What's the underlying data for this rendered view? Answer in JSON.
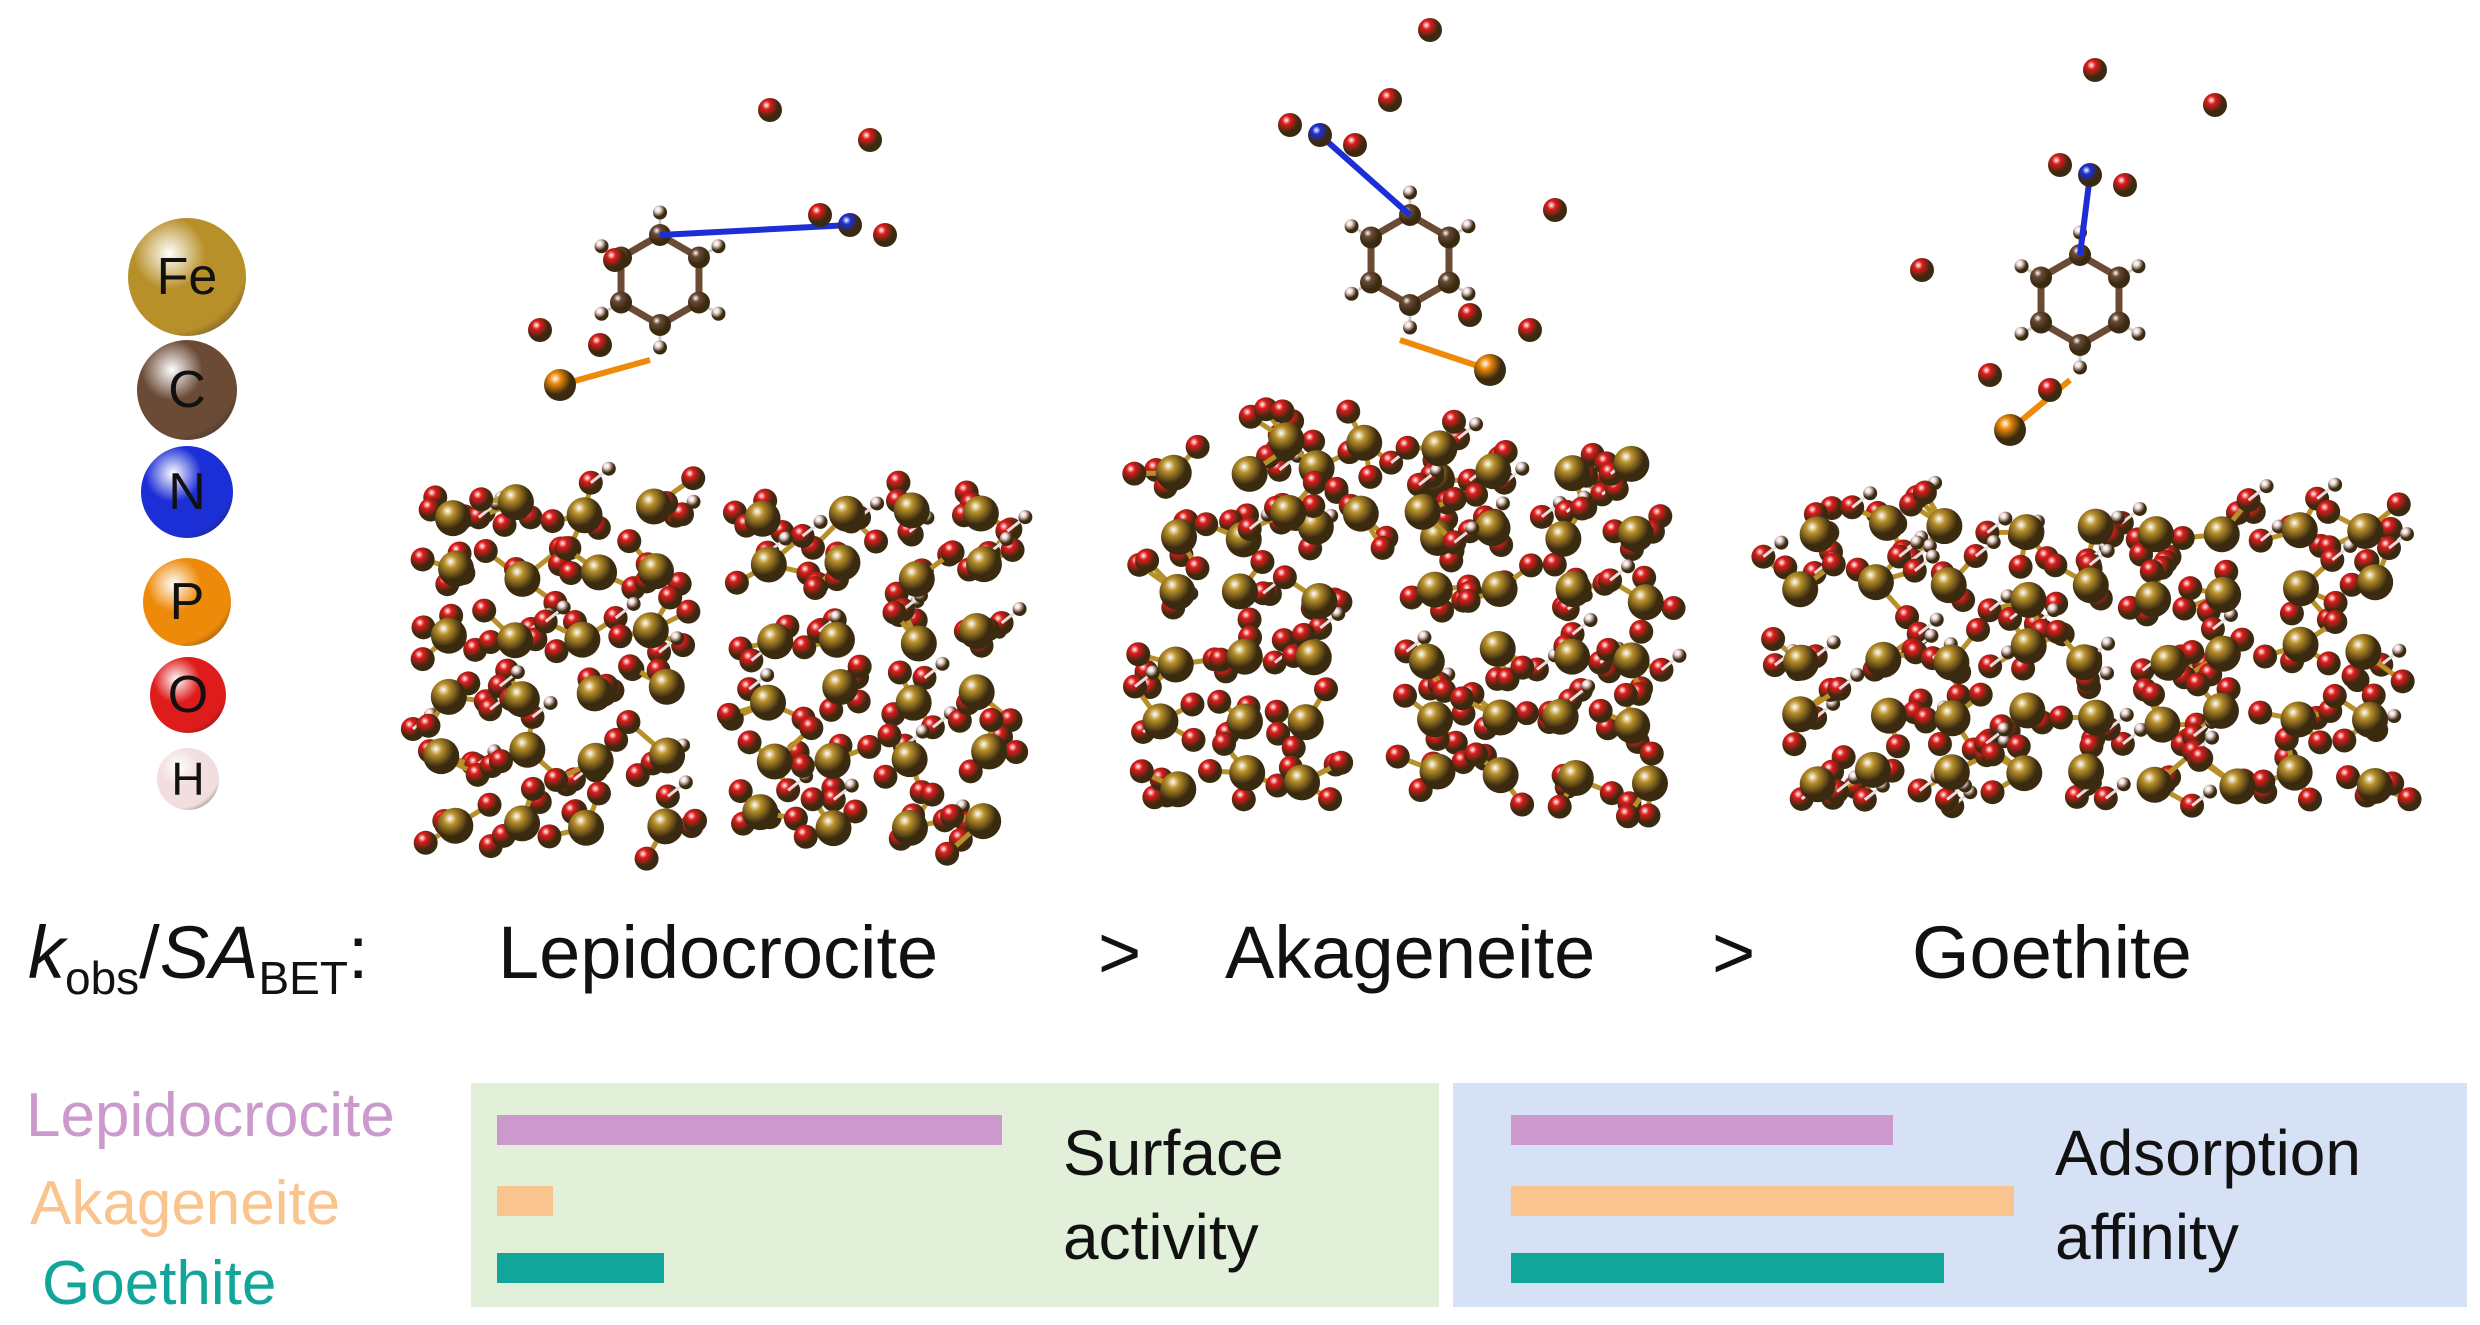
{
  "legend": [
    {
      "symbol": "Fe",
      "color": "#b8902a"
    },
    {
      "symbol": "C",
      "color": "#6b4a36"
    },
    {
      "symbol": "N",
      "color": "#1c2fd6"
    },
    {
      "symbol": "P",
      "color": "#ee8a0a"
    },
    {
      "symbol": "O",
      "color": "#e01b1b"
    },
    {
      "symbol": "H",
      "color": "#f2dede"
    }
  ],
  "ranking": {
    "k": "k",
    "k_sub": "obs",
    "slash": "/",
    "sa": "SA",
    "sa_sub": "BET",
    "colon": ":",
    "first": "Lepidocrocite",
    "gt1": ">",
    "second": "Akageneite",
    "gt2": ">",
    "third": "Goethite"
  },
  "minerals": [
    {
      "name": "Lepidocrocite",
      "color": "#cc99cc",
      "surface_activity": 1.0,
      "adsorption_affinity": 0.76
    },
    {
      "name": "Akageneite",
      "color": "#f9c48d",
      "surface_activity": 0.11,
      "adsorption_affinity": 1.0
    },
    {
      "name": "Goethite",
      "color": "#12a59a",
      "surface_activity": 0.33,
      "adsorption_affinity": 0.86
    }
  ],
  "panels": {
    "surface": {
      "line1": "Surface",
      "line2": "activity",
      "bg": "#e2f0da"
    },
    "adsorption": {
      "line1": "Adsorption",
      "line2": "affinity",
      "bg": "#d7e1f5"
    }
  }
}
